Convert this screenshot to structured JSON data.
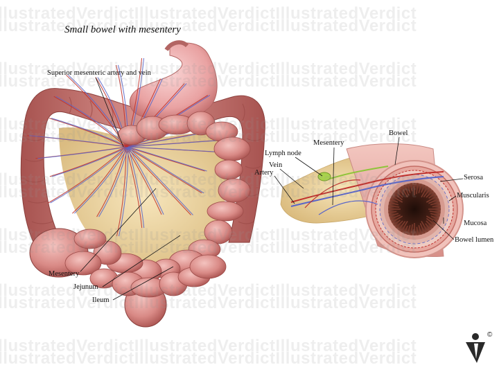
{
  "title": "Small bowel with mesentery",
  "watermark": "IllustratedVerdictIllustratedVerdictIllustratedVerdict",
  "left_labels": {
    "superior_mesenteric": "Superior mesenteric artery and vein",
    "mesentery": "Mesentery",
    "jejunum": "Jejunum",
    "ileum": "Ileum"
  },
  "right_labels": {
    "bowel": "Bowel",
    "mesentery": "Mesentery",
    "lymph_node": "Lymph node",
    "vein": "Vein",
    "artery": "Artery",
    "serosa": "Serosa",
    "muscularis": "Muscularis",
    "mucosa": "Mucosa",
    "bowel_lumen": "Bowel lumen"
  },
  "logo": {
    "copyright": "©",
    "name": "logo-icon"
  },
  "colors": {
    "bowel": "#d98a86",
    "bowel_dark": "#b35e5c",
    "colon": "#c8716c",
    "stomach": "#e9a2a2",
    "fat": "#e8cf98",
    "artery": "#c0302c",
    "vein": "#5a66c8",
    "lymph": "#8fc43a",
    "lumen": "#3a1c14"
  }
}
